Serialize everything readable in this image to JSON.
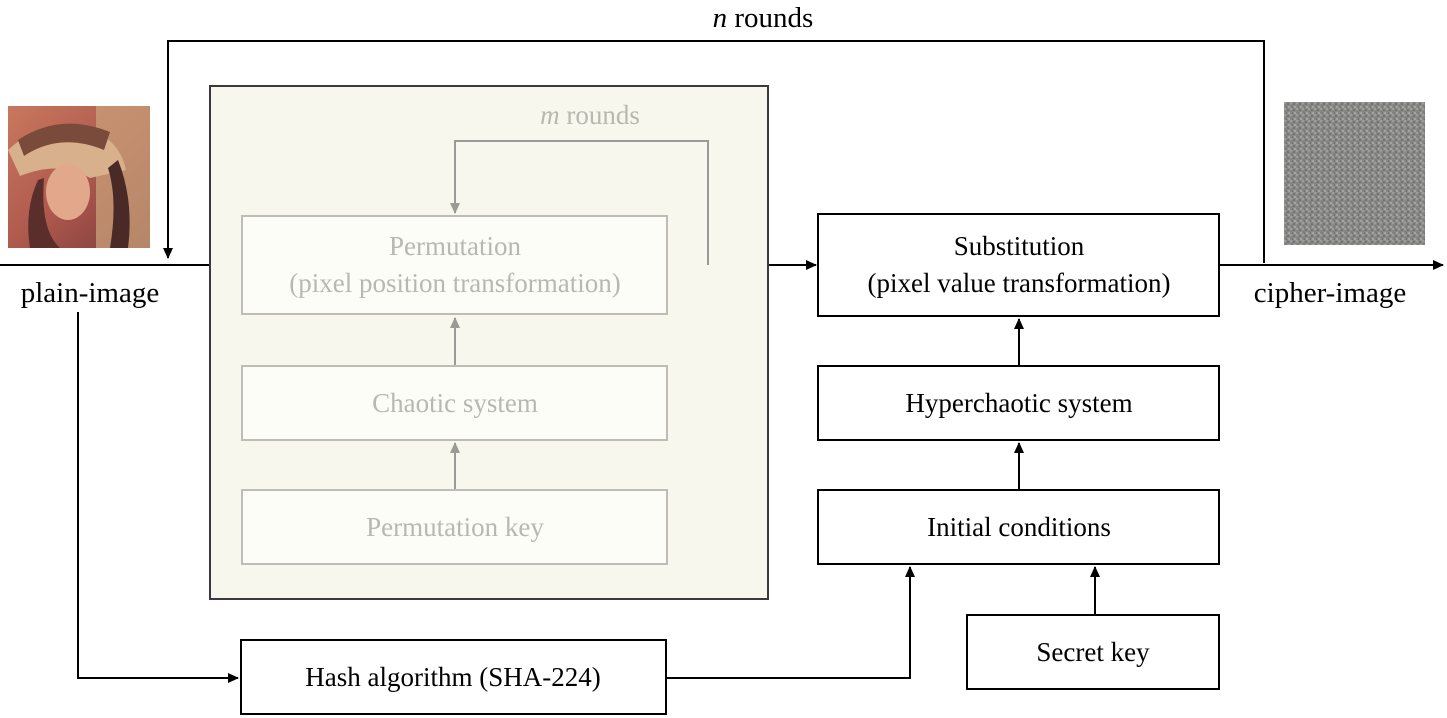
{
  "labels": {
    "n_rounds_var": "n",
    "n_rounds_text": " rounds",
    "m_rounds_var": "m",
    "m_rounds_text": " rounds",
    "plain_image": "plain-image",
    "cipher_image": "cipher-image"
  },
  "blocks": {
    "permutation_line1": "Permutation",
    "permutation_line2": "(pixel position transformation)",
    "chaotic_system": "Chaotic system",
    "permutation_key": "Permutation key",
    "substitution_line1": "Substitution",
    "substitution_line2": "(pixel value transformation)",
    "hyperchaotic_system": "Hyperchaotic system",
    "initial_conditions": "Initial conditions",
    "secret_key": "Secret key",
    "hash_algorithm": "Hash algorithm (SHA-224)"
  },
  "colors": {
    "active": "#000000",
    "inactive_text": "#b8b8b0",
    "inactive_panel": "#f7f7ee"
  }
}
